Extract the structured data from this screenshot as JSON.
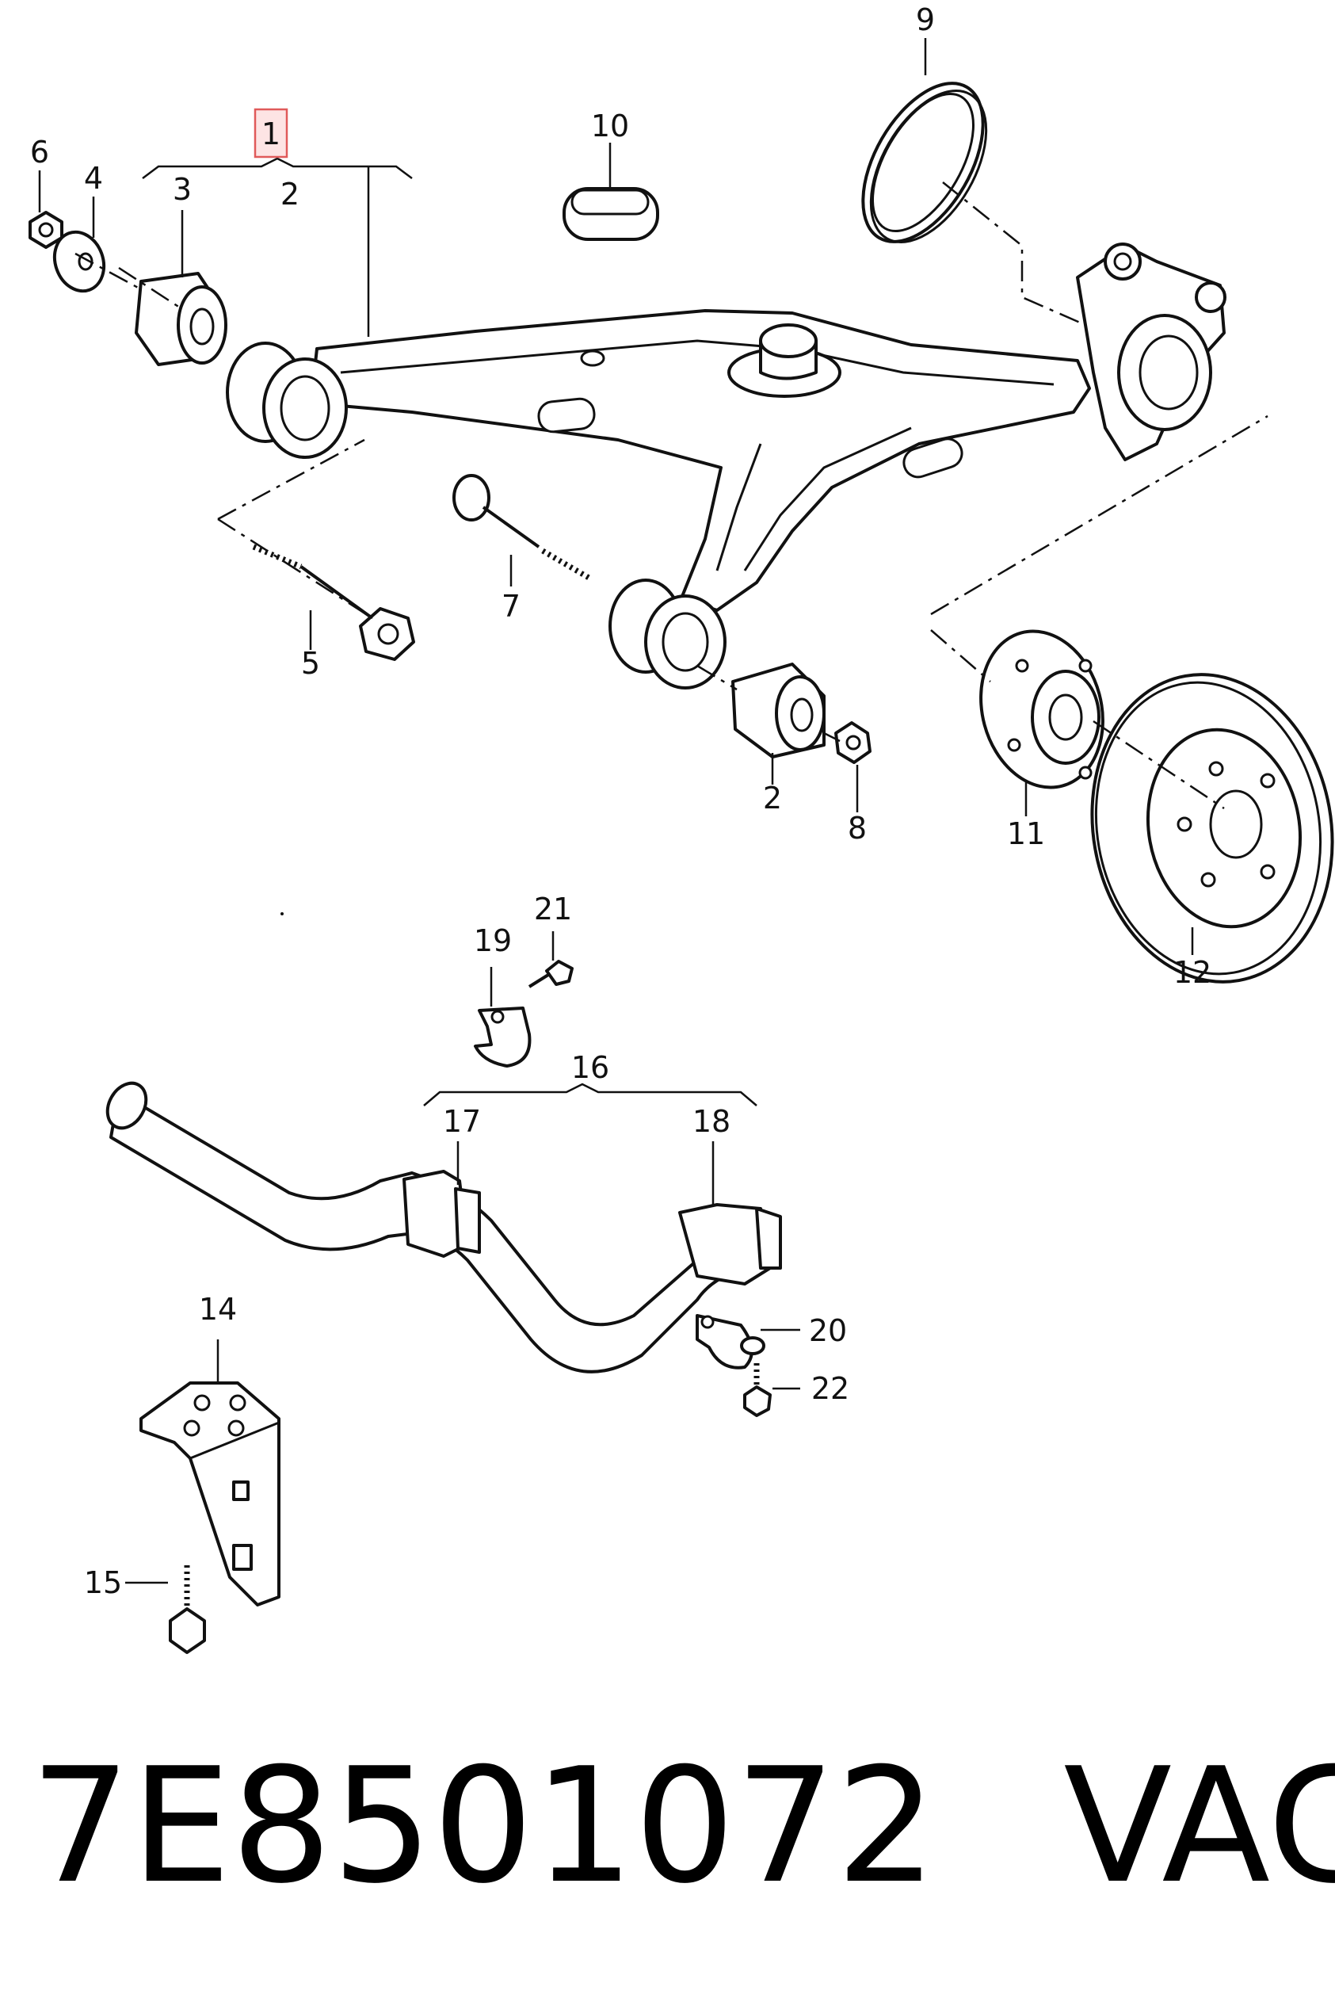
{
  "diagram": {
    "callouts": [
      "1",
      "2",
      "2",
      "3",
      "4",
      "5",
      "6",
      "7",
      "8",
      "9",
      "10",
      "11",
      "12",
      "14",
      "15",
      "16",
      "17",
      "18",
      "19",
      "20",
      "21",
      "22"
    ],
    "highlighted": "1"
  },
  "footer": {
    "part_number": "7E8501072",
    "brand": "VAG"
  }
}
